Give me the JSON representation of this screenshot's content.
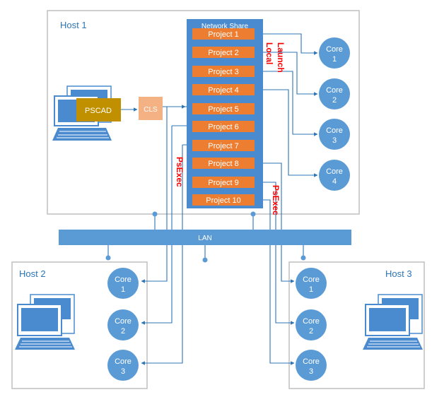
{
  "hosts": {
    "host1": "Host 1",
    "host2": "Host 2",
    "host3": "Host 3"
  },
  "network_share": {
    "title": "Network Share",
    "projects": [
      "Project 1",
      "Project 2",
      "Project 3",
      "Project 4",
      "Project 5",
      "Project 6",
      "Project 7",
      "Project 8",
      "Project 9",
      "Project 10"
    ]
  },
  "pscad": "PSCAD",
  "cls": "CLS",
  "lan": "LAN",
  "host1_cores": [
    {
      "line1": "Core",
      "line2": "1"
    },
    {
      "line1": "Core",
      "line2": "2"
    },
    {
      "line1": "Core",
      "line2": "3"
    },
    {
      "line1": "Core",
      "line2": "4"
    }
  ],
  "host2_cores": [
    {
      "line1": "Core",
      "line2": "1"
    },
    {
      "line1": "Core",
      "line2": "2"
    },
    {
      "line1": "Core",
      "line2": "3"
    }
  ],
  "host3_cores": [
    {
      "line1": "Core",
      "line2": "1"
    },
    {
      "line1": "Core",
      "line2": "2"
    },
    {
      "line1": "Core",
      "line2": "3"
    }
  ],
  "annotations": {
    "launch": "Launch",
    "local": "Local",
    "psexec_left": "PsExec",
    "psexec_right": "PsExec"
  },
  "colors": {
    "box_border": "#bfbfbf",
    "share_fill": "#4a8bd0",
    "project_fill": "#ed7d31",
    "core_fill": "#5b9bd5",
    "pscad_fill": "#c09000",
    "cls_fill": "#f4b183",
    "lan_fill": "#5b9bd5",
    "line": "#2e75b6",
    "annotation": "#ff0000",
    "host_label": "#2e75b6"
  }
}
